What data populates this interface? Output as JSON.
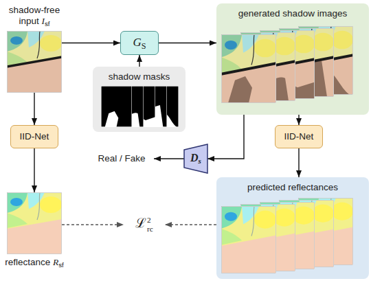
{
  "diagram": {
    "nodes": [
      {
        "text": [
          "shadow-free input Isf"
        ]
      },
      {
        "text": [
          "GS"
        ]
      },
      {
        "text": [
          "generated shadow images"
        ]
      },
      {
        "text": [
          "shadow masks"
        ]
      },
      {
        "text": [
          "IID-Net"
        ]
      },
      {
        "text": [
          "IID-Net"
        ]
      },
      {
        "text": [
          "Real / Fake"
        ]
      },
      {
        "text": [
          "Ds"
        ]
      },
      {
        "text": [
          "predicted reflectances"
        ]
      },
      {
        "text": [
          "reflectance Rsf"
        ]
      },
      {
        "text": [
          "ℒ2rc"
        ]
      }
    ],
    "edges": [
      {
        "from": 0,
        "to": 1,
        "arrow": "to"
      },
      {
        "from": 3,
        "to": 1,
        "arrow": "to"
      },
      {
        "from": 1,
        "to": 2,
        "arrow": "to"
      },
      {
        "from": 0,
        "to": 4,
        "arrow": "to"
      },
      {
        "from": 4,
        "to": 9,
        "arrow": "to"
      },
      {
        "from": 2,
        "to": 5,
        "arrow": "to"
      },
      {
        "from": 5,
        "to": 8,
        "arrow": "to"
      },
      {
        "from": 2,
        "to": 7,
        "arrow": "to"
      },
      {
        "from": 7,
        "to": 6,
        "arrow": "to"
      },
      {
        "from": 9,
        "to": 10,
        "arrow": "to"
      },
      {
        "from": 8,
        "to": 10,
        "arrow": "to"
      }
    ]
  }
}
